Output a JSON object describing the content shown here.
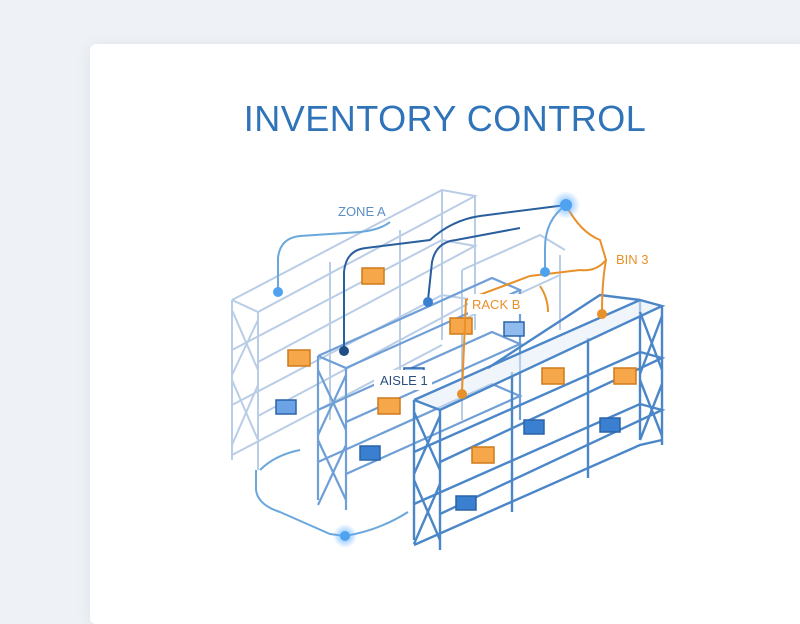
{
  "title": "INVENTORY CONTROL",
  "labels": {
    "zone": "ZONE A",
    "bin": "BIN 3",
    "rack": "RACK B",
    "aisle": "AISLE 1"
  },
  "colors": {
    "accent_blue": "#2f73b8",
    "rack_blue": "#4a86c8",
    "rack_faded": "#b9cde6",
    "orange": "#e8902a",
    "box_blue": "#3b7fd0",
    "background": "#eef2f6"
  }
}
